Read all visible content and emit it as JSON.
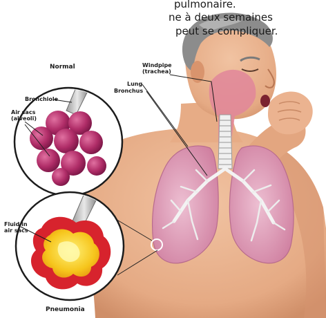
{
  "caption": {
    "line_1": "pulmonaire.",
    "line_2": "ne à deux semaines",
    "line_3": "peut se compliquer."
  },
  "labels": {
    "normal": "Normal",
    "bronchiole": "Bronchiole",
    "air_sacs_line_1": "Air sacs",
    "air_sacs_line_2": "(alveoli)",
    "windpipe_line_1": "Windpipe",
    "windpipe_line_2": "(trachea)",
    "lung": "Lung",
    "bronchus": "Bronchus",
    "fluid_line_1": "Fluid in",
    "fluid_line_2": "air sacs",
    "pneumonia": "Pneumonia"
  },
  "colors": {
    "skin": "#e9b38f",
    "skin_shadow": "#d79a74",
    "hair": "#8f8f8f",
    "lung": "#d996b2",
    "airway": "#ececec",
    "alveoli": "#a8245f",
    "fluid": "#f5d02b",
    "inflamed": "#d7232d"
  }
}
